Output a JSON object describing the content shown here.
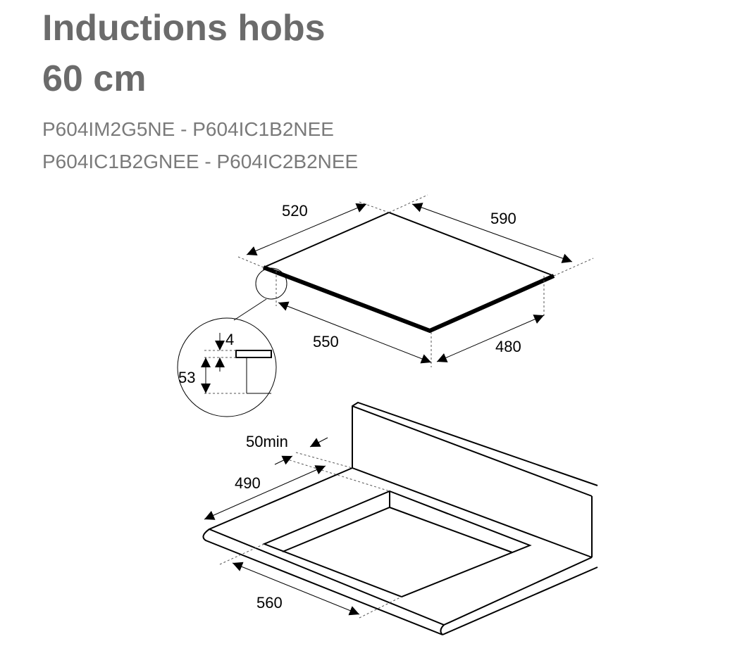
{
  "header": {
    "title_line1": "Inductions hobs",
    "title_line2": "60 cm",
    "models_line1": "P604IM2G5NE - P604IC1B2NEE",
    "models_line2": "P604IC1B2GNEE - P604IC2B2NEE"
  },
  "hob_dimensions": {
    "depth_top": "520",
    "width_top": "590",
    "width_bottom": "550",
    "depth_bottom": "480"
  },
  "edge_detail": {
    "glass_thickness": "4",
    "built_in_height": "53"
  },
  "cutout_dimensions": {
    "rear_clearance": "50min",
    "depth": "490",
    "width": "560"
  }
}
